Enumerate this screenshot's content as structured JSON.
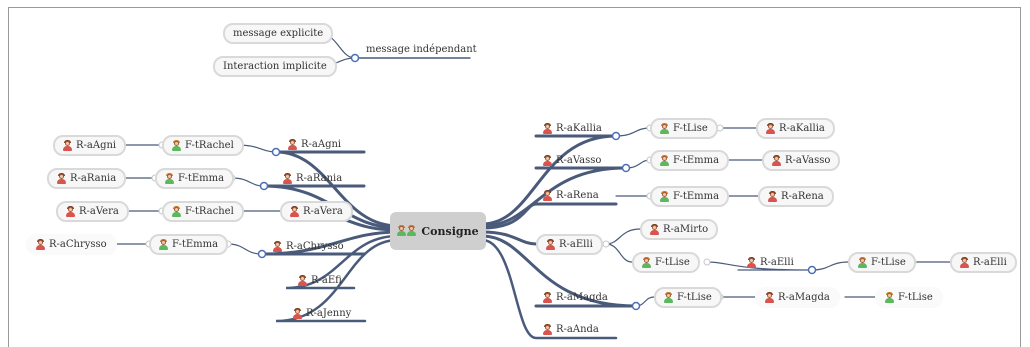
{
  "central": {
    "label": "Consigne"
  },
  "legend": {
    "root": "message indépendant",
    "items": [
      "message explicite",
      "Interaction implicite"
    ]
  },
  "left": [
    {
      "label": "R-aAgni",
      "children": [
        {
          "label": "F-tRachel",
          "icon": "group-icon",
          "children": [
            {
              "label": "R-aAgni",
              "icon": "person-icon"
            }
          ]
        }
      ]
    },
    {
      "label": "R-aRania",
      "children": [
        {
          "label": "F-tEmma",
          "icon": "group-icon",
          "children": [
            {
              "label": "R-aRania",
              "icon": "person-icon"
            }
          ]
        }
      ]
    },
    {
      "label": "R-aVera",
      "children": [
        {
          "label": "F-tRachel",
          "icon": "group-icon",
          "children": [
            {
              "label": "R-aVera",
              "icon": "person-icon"
            }
          ]
        }
      ]
    },
    {
      "label": "R-aChrysso",
      "children": [
        {
          "label": "F-tEmma",
          "icon": "group-icon",
          "children": [
            {
              "label": "R-aChrysso",
              "icon": "person-icon"
            }
          ]
        }
      ]
    },
    {
      "label": "R-aEfi"
    },
    {
      "label": "R-aJenny"
    }
  ],
  "right": [
    {
      "label": "R-aKallia",
      "children": [
        {
          "label": "F-tLise",
          "children": [
            {
              "label": "R-aKallia"
            }
          ]
        }
      ]
    },
    {
      "label": "R-aVasso",
      "children": [
        {
          "label": "F-tEmma",
          "children": [
            {
              "label": "R-aVasso"
            }
          ]
        }
      ]
    },
    {
      "label": "R-aRena",
      "children": [
        {
          "label": "F-tEmma",
          "children": [
            {
              "label": "R-aRena"
            }
          ]
        }
      ]
    },
    {
      "label": "R-aElli",
      "children": [
        {
          "label": "R-aMirto"
        },
        {
          "label": "F-tLise",
          "children": [
            {
              "label": "R-aElli",
              "children": [
                {
                  "label": "F-tLise",
                  "children": [
                    {
                      "label": "R-aElli"
                    }
                  ]
                }
              ]
            }
          ]
        }
      ]
    },
    {
      "label": "R-aMagda",
      "children": [
        {
          "label": "F-tLise",
          "children": [
            {
              "label": "R-aMagda",
              "children": [
                {
                  "label": "F-tLise"
                }
              ]
            }
          ]
        }
      ]
    },
    {
      "label": "R-aAnda"
    }
  ],
  "colors": {
    "line": "#4a5a7a",
    "frame": "#9a9a9a",
    "node_border": "#d9d9d9",
    "central_bg": "#cfcfcf"
  }
}
